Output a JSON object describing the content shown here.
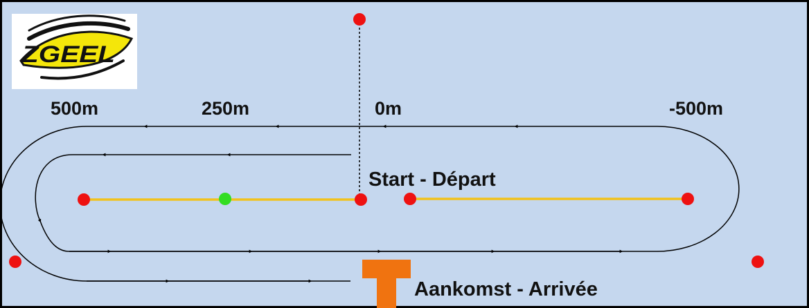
{
  "logo": {
    "text": "ZGEEL"
  },
  "distances": {
    "m500": "500m",
    "m250": "250m",
    "m0": "0m",
    "mneg500": "-500m"
  },
  "labels": {
    "start": "Start - Départ",
    "finish": "Aankomst - Arrivée"
  },
  "colors": {
    "background": "#c5d7ee",
    "track": "#000000",
    "yellow_line": "#f2c21b",
    "red_marker": "#ee1111",
    "green_marker": "#33dd22",
    "finish_post": "#f07310",
    "logo_yellow": "#f4e60a"
  }
}
